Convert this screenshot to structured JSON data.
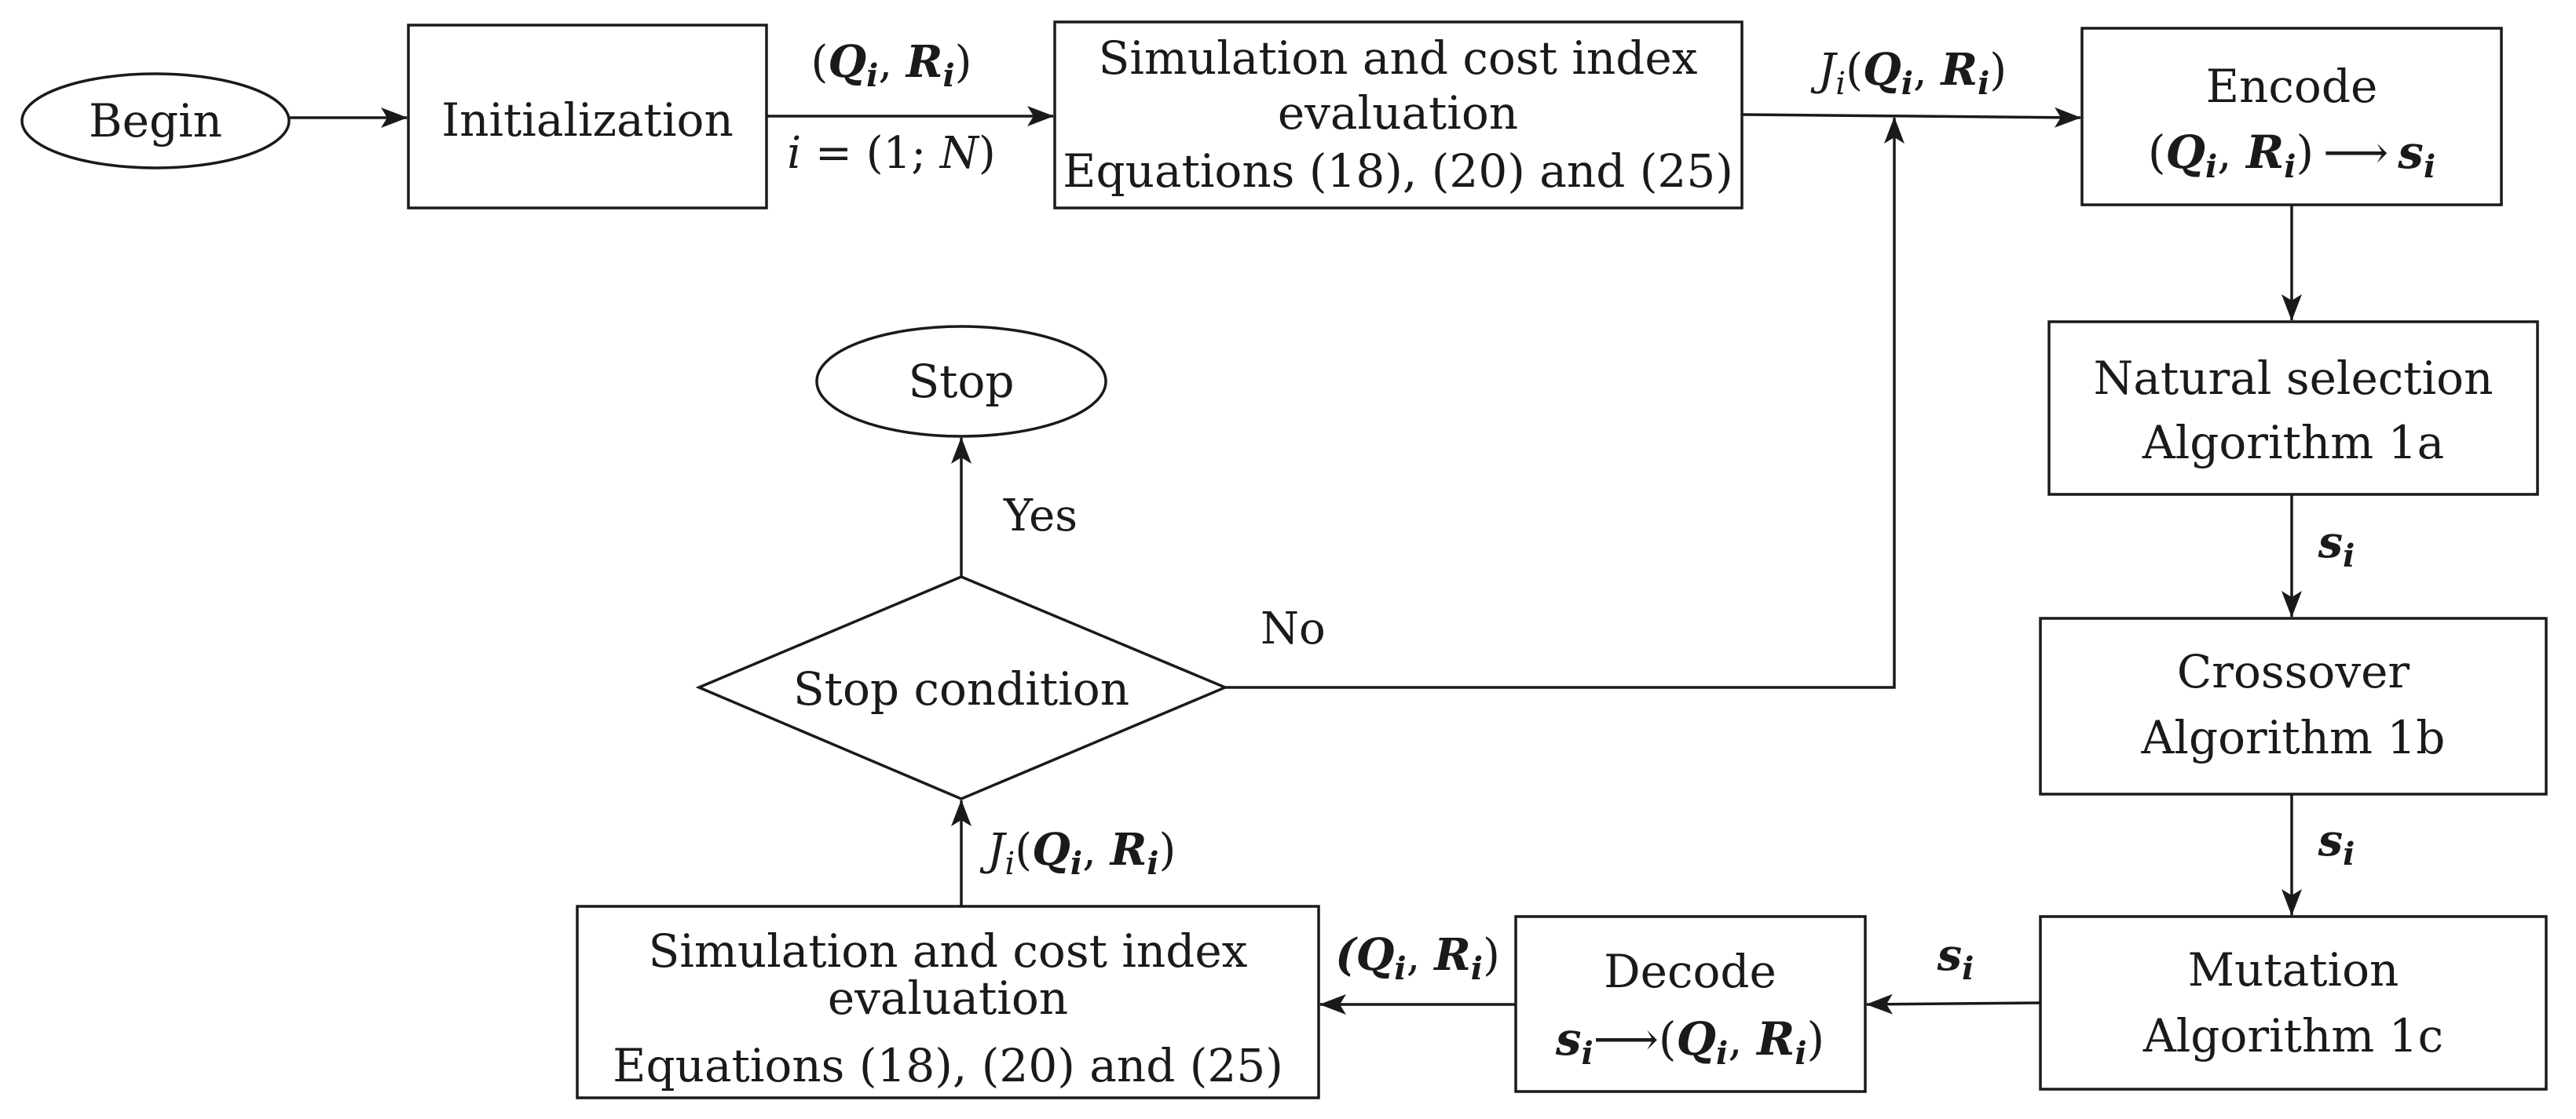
{
  "nodes": {
    "begin": {
      "label": "Begin"
    },
    "initialization": {
      "label": "Initialization"
    },
    "sim_top": {
      "line1": "Simulation and cost index",
      "line2": "evaluation",
      "line3": "Equations (18), (20) and (25)"
    },
    "encode": {
      "line1": "Encode",
      "formula": {
        "open": "(",
        "q": "Q",
        "sub_i": "i",
        "comma": ", ",
        "r": "R",
        "close": ")",
        "arrow": "⟶",
        "s": "s"
      }
    },
    "natural_selection": {
      "line1": "Natural selection",
      "line2": "Algorithm 1a"
    },
    "crossover": {
      "line1": "Crossover",
      "line2": "Algorithm 1b"
    },
    "mutation": {
      "line1": "Mutation",
      "line2": "Algorithm 1c"
    },
    "decode": {
      "line1": "Decode",
      "formula": {
        "s": "s",
        "sub_i": "i",
        "arrow": "⟶",
        "open": "(",
        "q": "Q",
        "comma": ", ",
        "r": "R",
        "close": ")"
      }
    },
    "sim_bottom": {
      "line1": "Simulation and cost index",
      "line2": "evaluation",
      "line3": "Equations (18), (20) and (25)"
    },
    "stop_condition": {
      "label": "Stop condition"
    },
    "stop": {
      "label": "Stop"
    }
  },
  "edge_labels": {
    "init_to_sim": {
      "pair": {
        "open": "(",
        "q": "Q",
        "sub_i": "i",
        "comma": ", ",
        "r": "R",
        "close": ")"
      },
      "range": {
        "i": "i",
        "mid": " = (1; ",
        "n": "N",
        "close": ")"
      }
    },
    "sim_to_encode": {
      "j": "J",
      "sub_i": "i",
      "open": "(",
      "q": "Q",
      "comma": ", ",
      "r": "R",
      "close": ")"
    },
    "selection_to_crossover": {
      "s": "s",
      "sub_i": "i"
    },
    "crossover_to_mutation": {
      "s": "s",
      "sub_i": "i"
    },
    "mutation_to_decode": {
      "s": "s",
      "sub_i": "i"
    },
    "decode_to_sim": {
      "open": "(",
      "q": "Q",
      "sub_i": "i",
      "comma": ", ",
      "r": "R",
      "close": ")"
    },
    "sim_to_stopcond": {
      "j": "J",
      "sub_i": "i",
      "open": "(",
      "q": "Q",
      "comma": ", ",
      "r": "R",
      "close": ")"
    },
    "yes": "Yes",
    "no": "No"
  },
  "colors": {
    "stroke": "#1a1a1a",
    "fill": "#ffffff",
    "text": "#1a1a1a"
  }
}
